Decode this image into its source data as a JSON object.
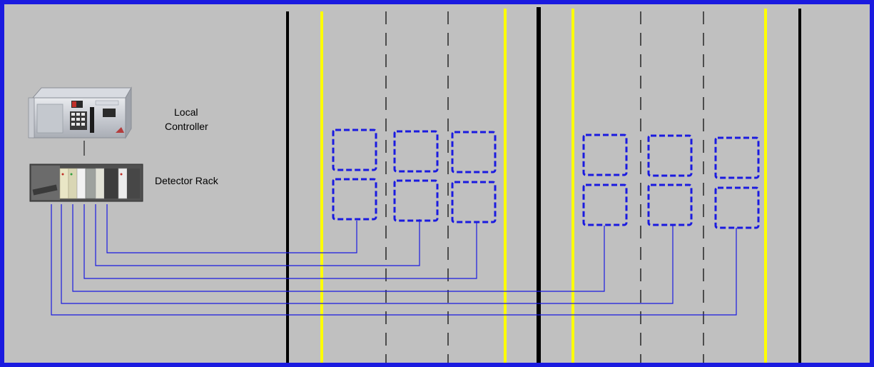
{
  "labels": {
    "controller_line1": "Local",
    "controller_line2": "Controller",
    "detector_rack": "Detector Rack"
  },
  "colors": {
    "background": "#c0c0c0",
    "frame": "#1a1ae0",
    "lane_edge": "#ffff00",
    "lane_divider": "#000000",
    "loop": "#1a1ae0",
    "wire": "#1a1ae0"
  },
  "icons": {
    "controller": "traffic-controller-cabinet-icon",
    "detector_rack": "detector-rack-icon"
  }
}
